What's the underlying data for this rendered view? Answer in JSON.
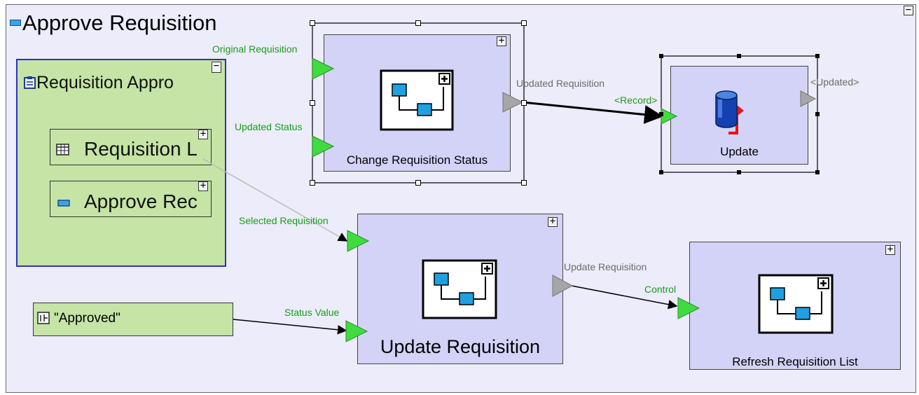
{
  "diagram": {
    "title": "Approve Requisition",
    "group": {
      "title": "Requisition Appro",
      "items": [
        {
          "label": "Requisition L"
        },
        {
          "label": "Approve Rec"
        }
      ]
    },
    "constant": {
      "label": "\"Approved\""
    },
    "nodes": {
      "change_status": {
        "label": "Change Requisition Status",
        "inputs": [
          "Original Requisition",
          "Updated Status"
        ],
        "output": "Updated Requisition"
      },
      "update": {
        "label": "Update",
        "input": "<Record>",
        "output": "<Updated>"
      },
      "update_requisition": {
        "label": "Update Requisition",
        "inputs": [
          "Selected Requisition",
          "Status Value"
        ],
        "output": "Update Requisition"
      },
      "refresh": {
        "label": "Refresh Requisition List",
        "input": "Control"
      }
    }
  },
  "icons": {
    "collapse": "minus-box-icon",
    "expand": "plus-box-icon",
    "flow": "subflow-icon",
    "database": "database-update-icon"
  },
  "colors": {
    "canvas": "#ececfa",
    "group_fill": "#c5e4a6",
    "group_border": "#3030c0",
    "node_fill": "#d3d3f8",
    "port_green": "#3fdc3f",
    "port_gray": "#a6a6a6",
    "port_label_green": "#1a9d1a",
    "port_label_gray": "#6b6b6b"
  }
}
